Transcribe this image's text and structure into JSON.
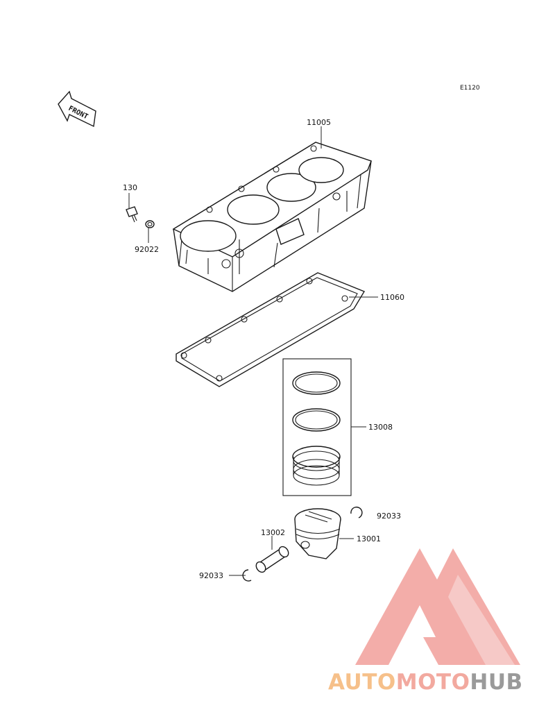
{
  "diagram": {
    "code": "E1120",
    "front_label": "FRONT",
    "parts": [
      {
        "id": "cylinder",
        "number": "11005"
      },
      {
        "id": "bolt",
        "number": "130"
      },
      {
        "id": "washer",
        "number": "92022"
      },
      {
        "id": "gasket",
        "number": "11060"
      },
      {
        "id": "ring-set",
        "number": "13008"
      },
      {
        "id": "snap-ring-upper",
        "number": "92033"
      },
      {
        "id": "piston-pin",
        "number": "13002"
      },
      {
        "id": "piston",
        "number": "13001"
      },
      {
        "id": "snap-ring-lower",
        "number": "92033"
      }
    ]
  },
  "watermark": {
    "segments": [
      "AUTO",
      "MOTO",
      "HUB"
    ],
    "colors": {
      "auto": "#f6c08a",
      "moto": "#f2a99f",
      "hub": "#9a9a9a",
      "triangle": "#f2a5a0"
    }
  }
}
